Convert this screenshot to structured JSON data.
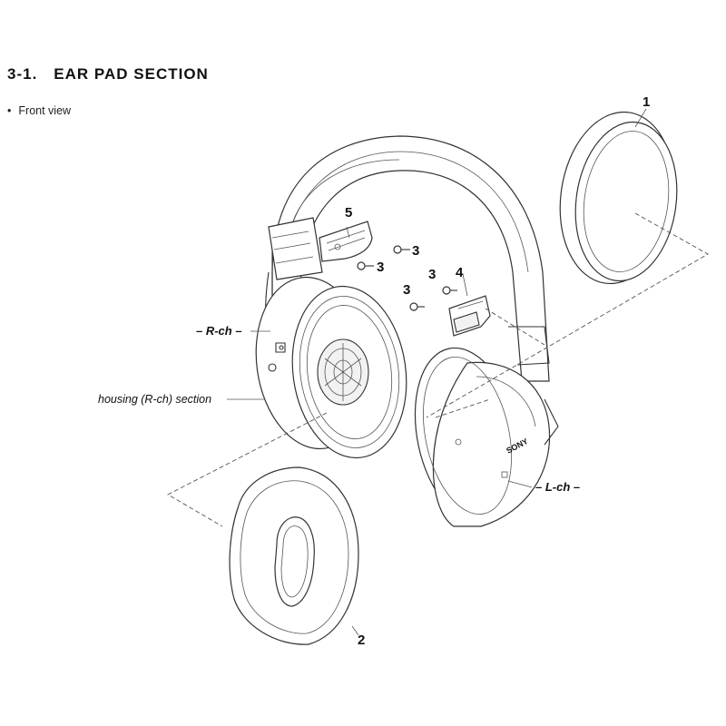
{
  "header": {
    "section_number": "3-1.",
    "section_title": "EAR PAD SECTION",
    "view_bullet": "•",
    "view_label": "Front view"
  },
  "labels": {
    "part_1": "1",
    "part_2": "2",
    "part_3a": "3",
    "part_3b": "3",
    "part_3c": "3",
    "part_3d": "3",
    "part_4": "4",
    "part_5": "5",
    "r_ch": "– R-ch –",
    "l_ch": "– L-ch –",
    "housing_rch": "housing (R-ch) section",
    "brand": "SONY"
  }
}
